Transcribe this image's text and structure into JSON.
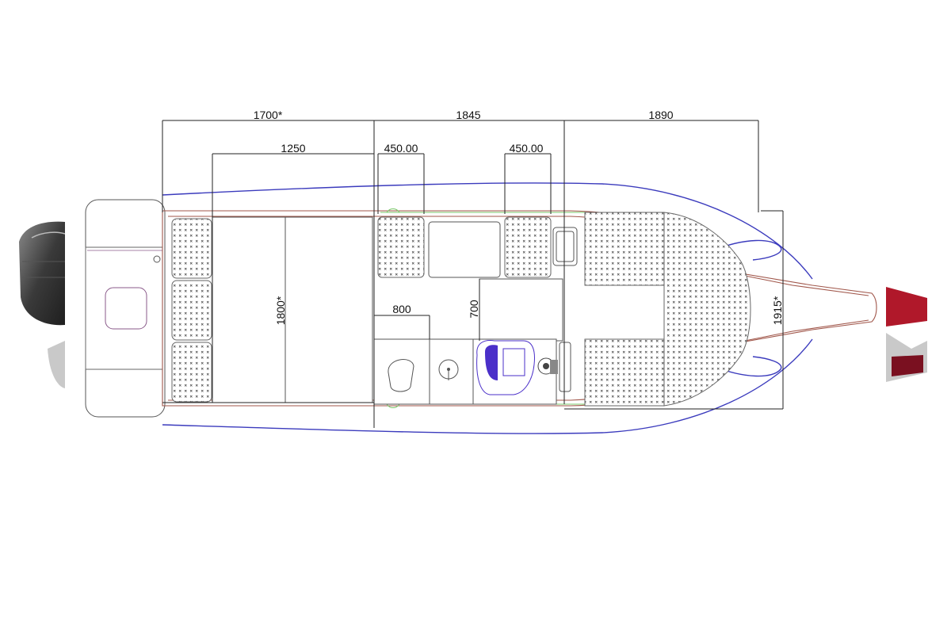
{
  "diagram": {
    "dimensions": {
      "section_aft": "1700*",
      "section_mid": "1845",
      "section_fwd": "1890",
      "aft_bench": "1250",
      "helm_seat_left": "450.00",
      "helm_seat_right": "450.00",
      "head_width": "800",
      "console_depth": "700",
      "cockpit_width": "1800*",
      "beam_forward": "1915*"
    },
    "colors": {
      "hull_outline": "#3b3bbd",
      "deck_outline": "#a0564a",
      "console_outline": "#7bc96b",
      "seat_outline": "#4a2fc9",
      "bow_accent": "#b0182a"
    }
  }
}
